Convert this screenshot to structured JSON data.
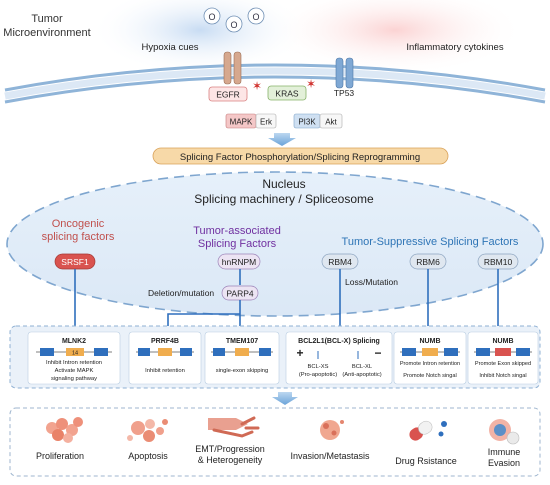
{
  "header": {
    "tumor_env_line1": "Tumor",
    "tumor_env_line2": "Microenvironment",
    "hypoxia": "Hypoxia cues",
    "inflammatory": "Inflammatory cytokines"
  },
  "oxygen_label": "O",
  "receptors": {
    "egfr": "EGFR",
    "kras": "KRAS",
    "tp53": "TP53"
  },
  "kinases": {
    "mapk": "MAPK",
    "erk": "Erk",
    "pi3k": "PI3K",
    "akt": "Akt"
  },
  "reprogramming_label": "Splicing Factor Phosphorylation/Splicing Reprogramming",
  "nucleus": {
    "title": "Nucleus",
    "subtitle": "Splicing machinery / Spliceosome"
  },
  "groups": {
    "oncogenic_line1": "Oncogenic",
    "oncogenic_line2": "splicing factors",
    "associated_line1": "Tumor-associated",
    "associated_line2": "Splicing Factors",
    "suppressive": "Tumor-Suppressive Splicing Factors"
  },
  "factors": {
    "srsf1": "SRSF1",
    "hnrnpm": "hnRNPM",
    "parp4": "PARP4",
    "rbm4": "RBM4",
    "rbm6": "RBM6",
    "rbm10": "RBM10"
  },
  "notes": {
    "deletion": "Deletion/mutation",
    "loss": "Loss/Mutation"
  },
  "targets": {
    "mlnk2": {
      "title": "MLNK2",
      "exon": "14",
      "line1": "Inhibit Intron retention",
      "line2": "Activate MAPK",
      "line3": "signaling pathway"
    },
    "prrf4b": {
      "title": "PRRF4B",
      "line1": "Inhibit retention"
    },
    "tmem107": {
      "title": "TMEM107",
      "line1": "single-exon skipping"
    },
    "bcl2l1": {
      "title": "BCL2L1(BCL-X) Splicing",
      "plus": "+",
      "minus": "−",
      "xs": "BCL-XS",
      "xs_note": "(Pro-apoptotic)",
      "xl": "BCL-XL",
      "xl_note": "(Anti-apoptotic)"
    },
    "numb1": {
      "title": "NUMB",
      "line1": "Promote Intron retention",
      "line2": "Promote Notch singal"
    },
    "numb2": {
      "title": "NUMB",
      "line1": "Promote Exon skipped",
      "line2": "Inhibit Notch singal"
    }
  },
  "outcomes": {
    "proliferation": "Proliferation",
    "apoptosis": "Apoptosis",
    "emt_line1": "EMT/Progression",
    "emt_line2": "& Heterogeneity",
    "invasion": "Invasion/Metastasis",
    "drug": "Drug Rsistance",
    "immune_line1": "Immune",
    "immune_line2": "Evasion"
  },
  "colors": {
    "membrane": "#8fb4d8",
    "oncogenic": "#c0504d",
    "associated": "#7030a0",
    "suppressive": "#2e75b6",
    "arrow": "#2f6fbd",
    "reprogramming_fill": "#f7d9a8"
  }
}
